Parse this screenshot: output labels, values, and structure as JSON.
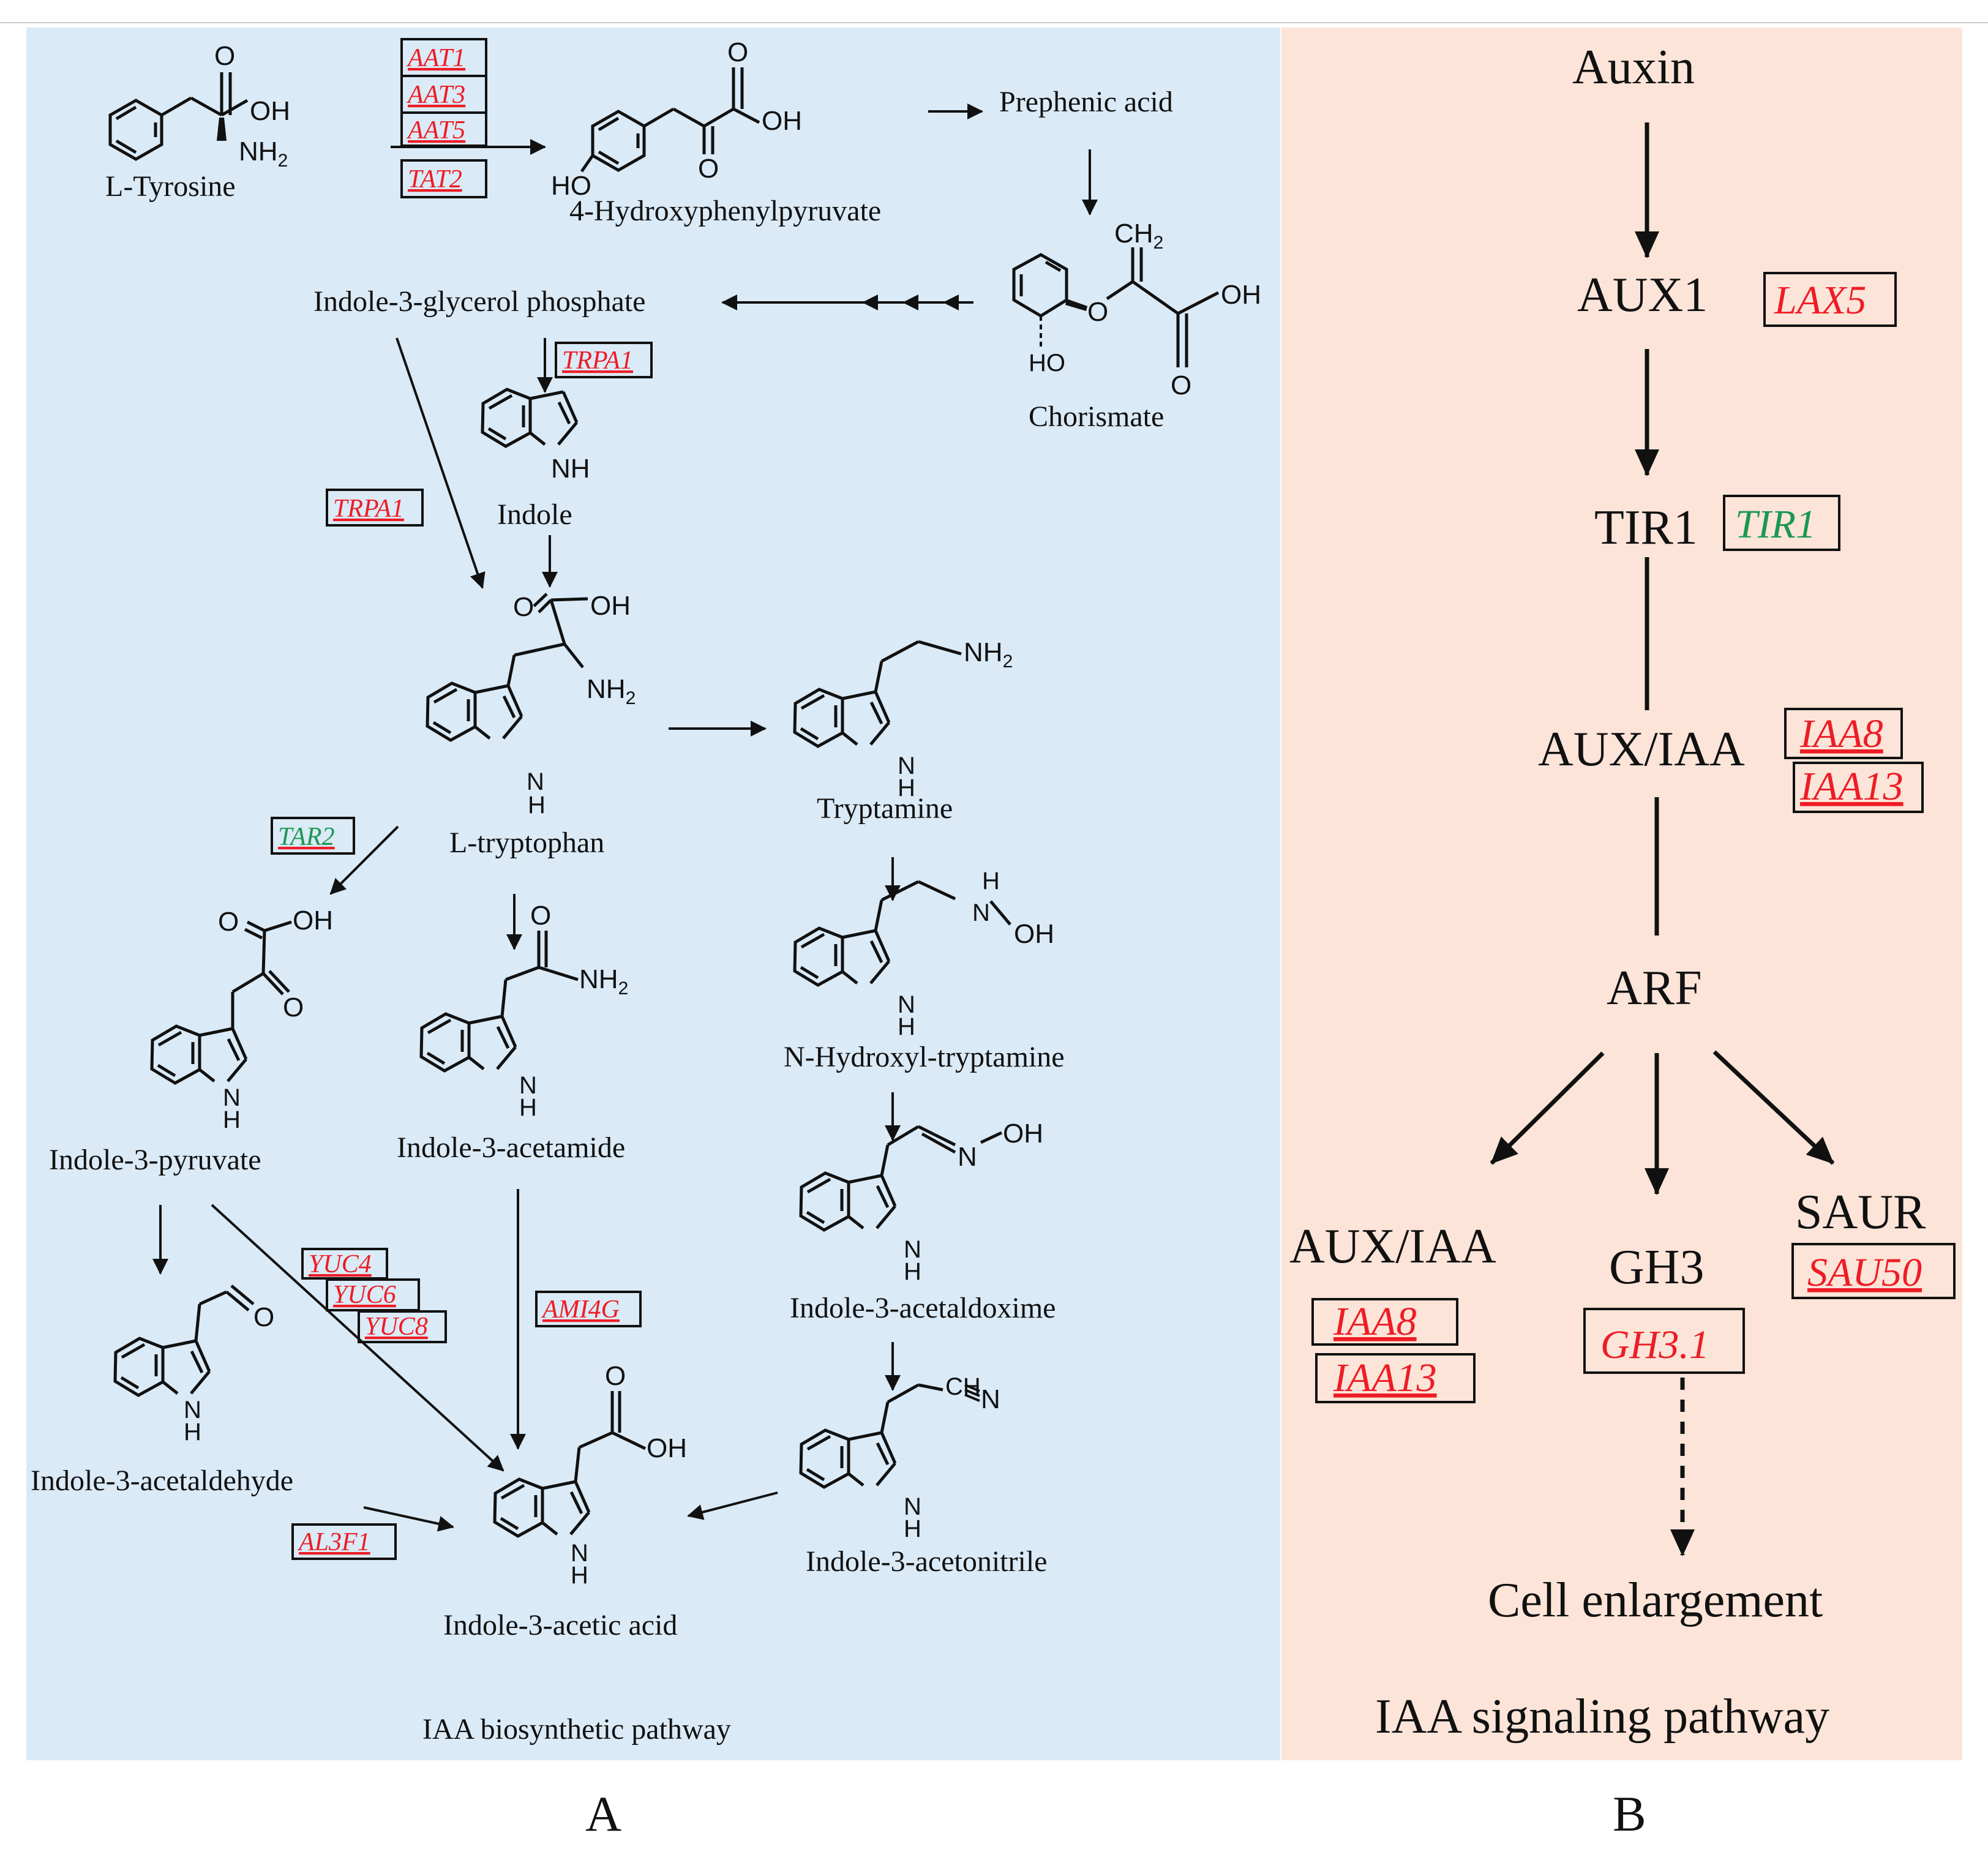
{
  "colors": {
    "panel_a_bg": "#daeaf6",
    "panel_b_bg": "#fce4d8",
    "gene_red": "#ee1c25",
    "gene_green": "#1a9850",
    "ink": "#111111"
  },
  "panel_a": {
    "caption": "IAA biosynthetic pathway",
    "compounds": {
      "l_tyrosine": "L-Tyrosine",
      "hydroxyphenylpyruvate": "4-Hydroxyphenylpyruvate",
      "prephenic_acid": "Prephenic acid",
      "indole_glycerol_phosphate": "Indole-3-glycerol phosphate",
      "chorismate": "Chorismate",
      "indole": "Indole",
      "l_tryptophan": "L-tryptophan",
      "tryptamine": "Tryptamine",
      "n_hydroxyl_tryptamine": "N-Hydroxyl-tryptamine",
      "indole_pyruvate": "Indole-3-pyruvate",
      "indole_acetamide": "Indole-3-acetamide",
      "indole_acetaldoxime": "Indole-3-acetaldoxime",
      "indole_acetaldehyde": "Indole-3-acetaldehyde",
      "indole_acetonitrile": "Indole-3-acetonitrile",
      "indole_acetic_acid": "Indole-3-acetic acid"
    },
    "atoms": {
      "O": "O",
      "OH": "OH",
      "NH": "NH",
      "HO": "HO",
      "H": "H",
      "N": "N",
      "CH": "CH",
      "two": "2",
      "eq_n": "N"
    },
    "genes": {
      "aat1": "AAT1",
      "aat3": "AAT3",
      "aat5": "AAT5",
      "tat2": "TAT2",
      "trpa1_a": "TRPA1",
      "trpa1_b": "TRPA1",
      "tar2": "TAR2",
      "yuc4": "YUC4",
      "yuc6": "YUC6",
      "yuc8": "YUC8",
      "ami4g": "AMI4G",
      "al3f1": "AL3F1"
    }
  },
  "panel_b": {
    "caption": "IAA signaling pathway",
    "nodes": {
      "auxin": "Auxin",
      "aux1": "AUX1",
      "tir1": "TIR1",
      "aux_iaa": "AUX/IAA",
      "arf": "ARF",
      "aux_iaa_out": "AUX/IAA",
      "gh3": "GH3",
      "saur": "SAUR",
      "cell_enlargement": "Cell enlargement"
    },
    "genes": {
      "lax5": "LAX5",
      "tir1": "TIR1",
      "iaa8_a": "IAA8",
      "iaa13_a": "IAA13",
      "iaa8_b": "IAA8",
      "iaa13_b": "IAA13",
      "gh3_1": "GH3.1",
      "sau50": "SAU50"
    }
  },
  "panel_labels": {
    "a": "A",
    "b": "B"
  }
}
